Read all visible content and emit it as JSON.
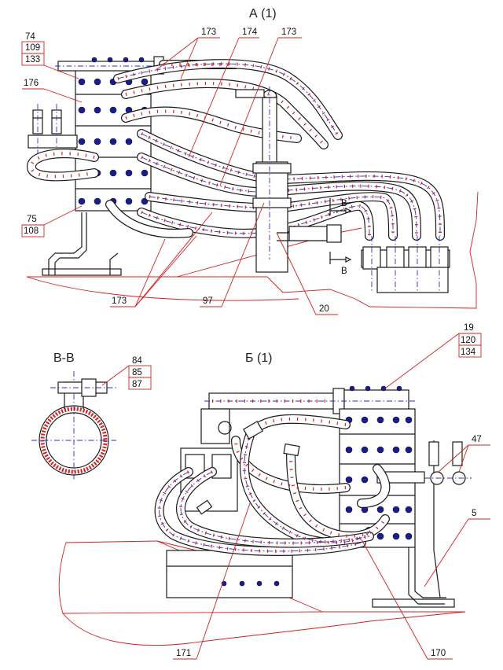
{
  "views": {
    "view_a_title": "А (1)",
    "view_b_title": "Б (1)",
    "section_title": "B-B",
    "section_mark": "B"
  },
  "callouts": {
    "c173_top_left": "173",
    "c174": "174",
    "c173_top_right": "173",
    "c74": "74",
    "c109": "109",
    "c133": "133",
    "c176": "176",
    "c75": "75",
    "c108": "108",
    "c173_bottom": "173",
    "c97": "97",
    "c20": "20",
    "c84": "84",
    "c85": "85",
    "c87": "87",
    "c19": "19",
    "c120": "120",
    "c134": "134",
    "c47": "47",
    "c5": "5",
    "c171": "171",
    "c170": "170"
  },
  "colors": {
    "outline": "#1b1b1b",
    "leader_red": "#d42020",
    "centerline_blue": "#2b2bd0",
    "bolt_navy": "#1d1d8a"
  }
}
